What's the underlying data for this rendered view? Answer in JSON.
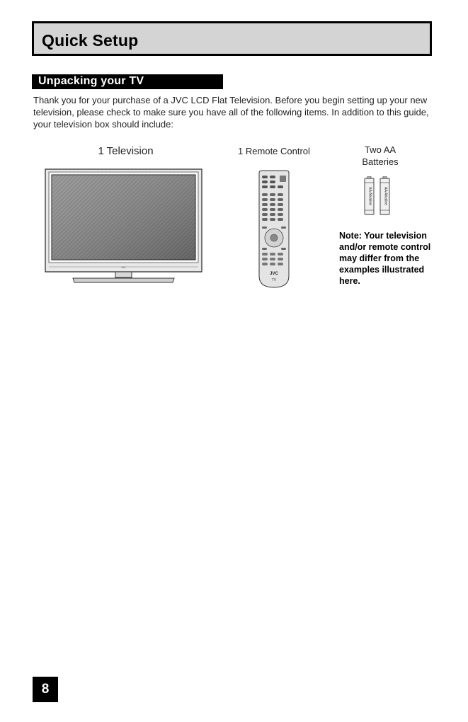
{
  "header": {
    "title": "Quick Setup"
  },
  "section": {
    "heading": "Unpacking your TV"
  },
  "intro_text": "Thank you for your purchase of a JVC LCD Flat Television. Before you begin setting up your new television, please check to make sure you have all of the following items. In addition to this guide, your television box should include:",
  "items": {
    "television_label": "1 Television",
    "remote_label": "1 Remote Control",
    "batteries_label": "Two AA Batteries"
  },
  "remote": {
    "brand": "JVC",
    "mode": "TV"
  },
  "battery": {
    "text": "AA Alkaline"
  },
  "note": "Note: Your television and/or remote control may differ from the examples illustrated here.",
  "page_number": "8"
}
